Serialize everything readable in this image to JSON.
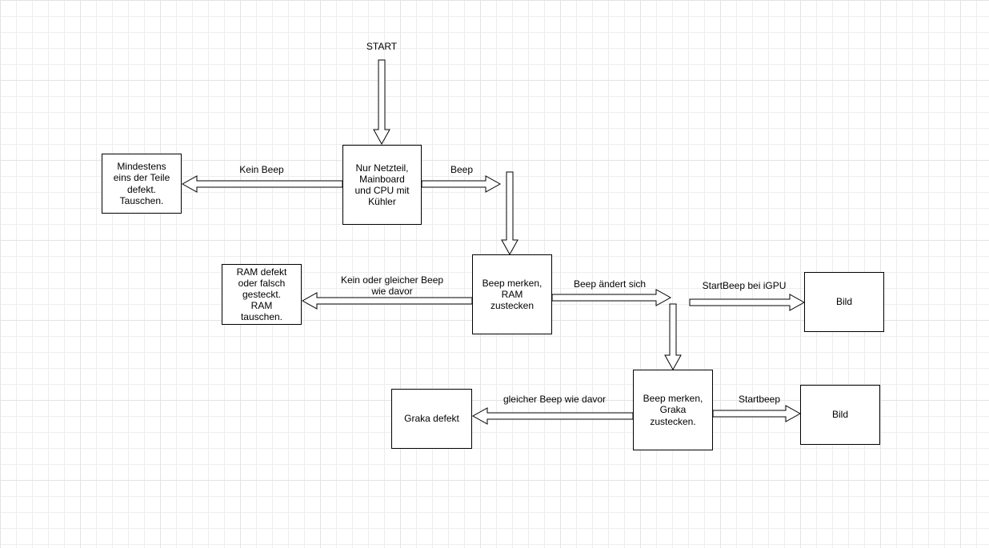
{
  "colors": {
    "background": "#ffffff",
    "grid_minor": "#ededed",
    "grid_major": "#e3e3e3",
    "stroke": "#000000",
    "shape_fill": "#ffffff",
    "text": "#000000"
  },
  "diagram": {
    "labels": {
      "start": "START",
      "keinBeep": "Kein Beep",
      "beep": "Beep",
      "keinOderGleicherBeep": "Kein oder gleicher Beep\nwie davor",
      "beepAendertSich": "Beep ändert sich",
      "startBeepIgpu": "StartBeep bei iGPU",
      "gleicherBeep": "gleicher Beep wie davor",
      "startbeep": "Startbeep"
    },
    "nodes": {
      "netzteil": "Nur Netzteil,\nMainboard\nund CPU mit\nKühler",
      "teileDefekt": "Mindestens\neins der Teile\ndefekt.\nTauschen.",
      "beepRam": "Beep merken,\nRAM\nzustecken",
      "ramDefekt": "RAM defekt\noder falsch\ngesteckt.\nRAM\ntauschen.",
      "beepGraka": "Beep merken,\nGraka\nzustecken.",
      "bildIgpu": "Bild",
      "grakaDefekt": "Graka defekt",
      "bildGraka": "Bild"
    }
  }
}
